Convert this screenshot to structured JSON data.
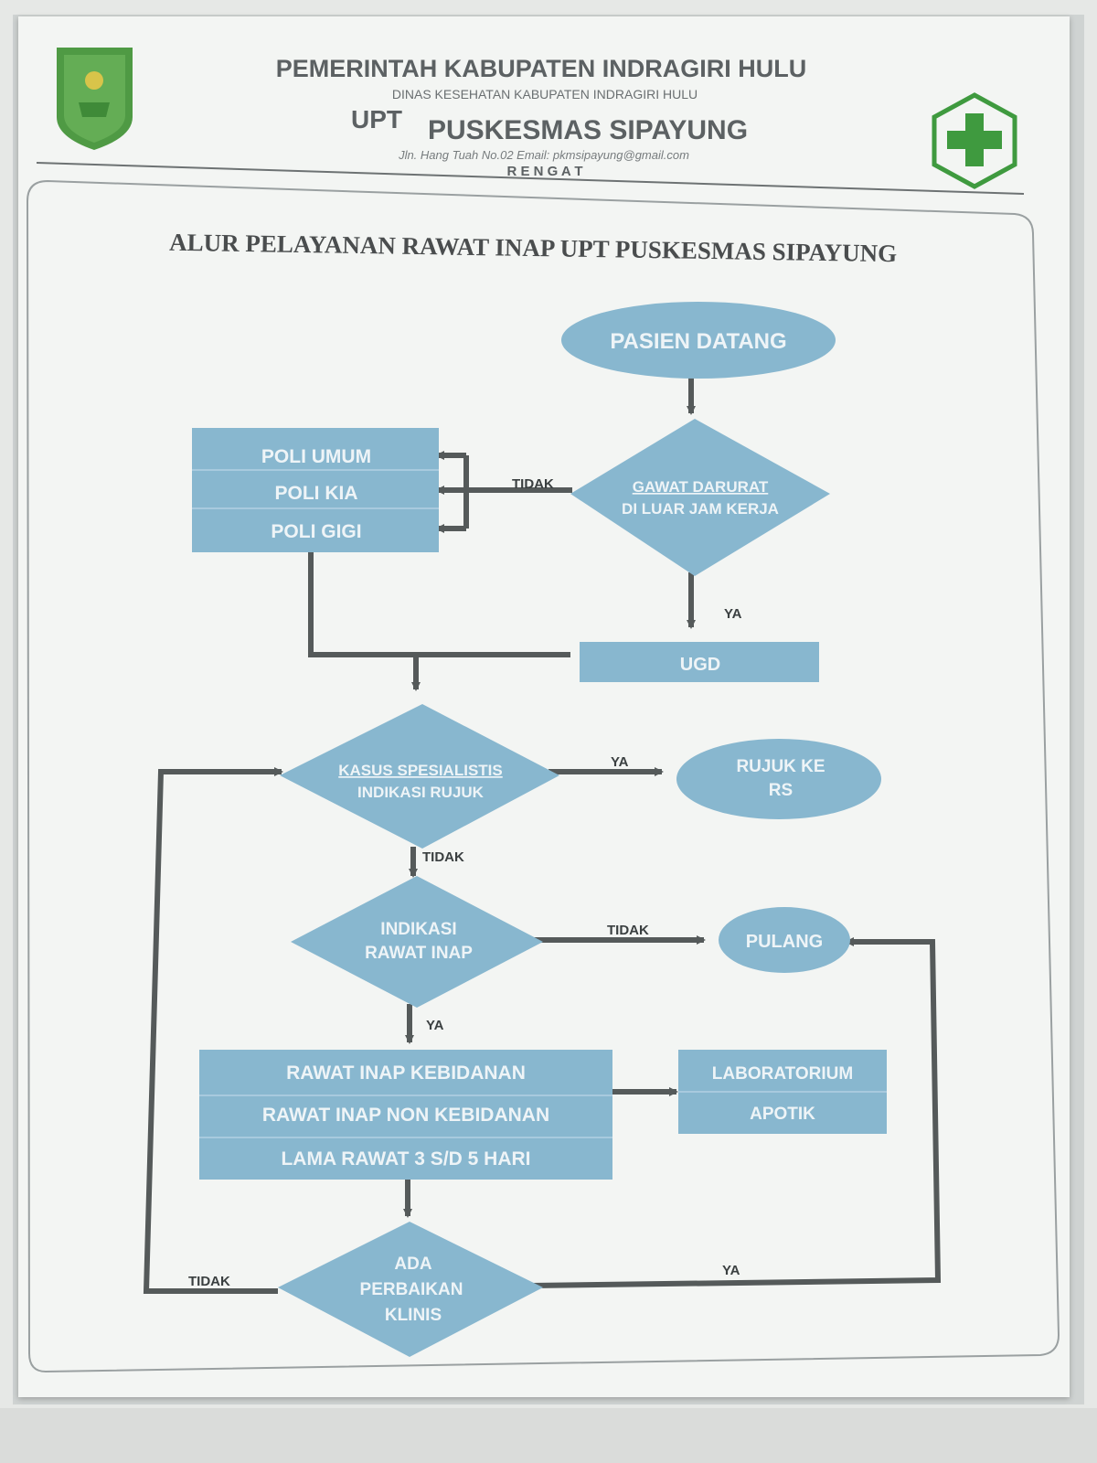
{
  "header": {
    "line1": "PEMERINTAH KABUPATEN INDRAGIRI HULU",
    "line2": "DINAS KESEHATAN KABUPATEN INDRAGIRI HULU",
    "line3_prefix": "UPT",
    "line3_name": "PUSKESMAS SIPAYUNG",
    "line4": "Jln. Hang Tuah No.02 Email: pkmsipayung@gmail.com",
    "line5": "R E N G A T"
  },
  "title": "ALUR PELAYANAN RAWAT INAP  UPT PUSKESMAS SIPAYUNG",
  "flow": {
    "start": "PASIEN DATANG",
    "decision_emergency": [
      "GAWAT DARURAT",
      "DI LUAR JAM KERJA"
    ],
    "clinics": [
      "POLI UMUM",
      "POLI KIA",
      "POLI GIGI"
    ],
    "ugd": "UGD",
    "decision_specialist": [
      "KASUS SPESIALISTIS",
      "INDIKASI RUJUK"
    ],
    "refer": [
      "RUJUK KE",
      "RS"
    ],
    "decision_inpatient": [
      "INDIKASI",
      "RAWAT INAP"
    ],
    "home": "PULANG",
    "inpatient_box": [
      "RAWAT INAP KEBIDANAN",
      "RAWAT INAP NON KEBIDANAN",
      "LAMA RAWAT 3 S/D 5 HARI"
    ],
    "support_box": [
      "LABORATORIUM",
      "APOTIK"
    ],
    "decision_improve": [
      "ADA",
      "PERBAIKAN",
      "KLINIS"
    ],
    "labels": {
      "tidak_emergency": "TIDAK",
      "ya_emergency": "YA",
      "ya_specialist": "YA",
      "tidak_specialist": "TIDAK",
      "tidak_inpatient": "TIDAK",
      "ya_inpatient": "YA",
      "tidak_improve": "TIDAK",
      "ya_improve": "YA"
    }
  },
  "colors": {
    "shape_fill": "#88b7cf",
    "shape_text": "#eef4f7",
    "line": "#555a5a",
    "label": "#3a3f40",
    "header_text": "#5c6163",
    "title_text": "#4a4d4e",
    "logo_green": "#4f9a44",
    "cross_green": "#3f9a3f"
  }
}
